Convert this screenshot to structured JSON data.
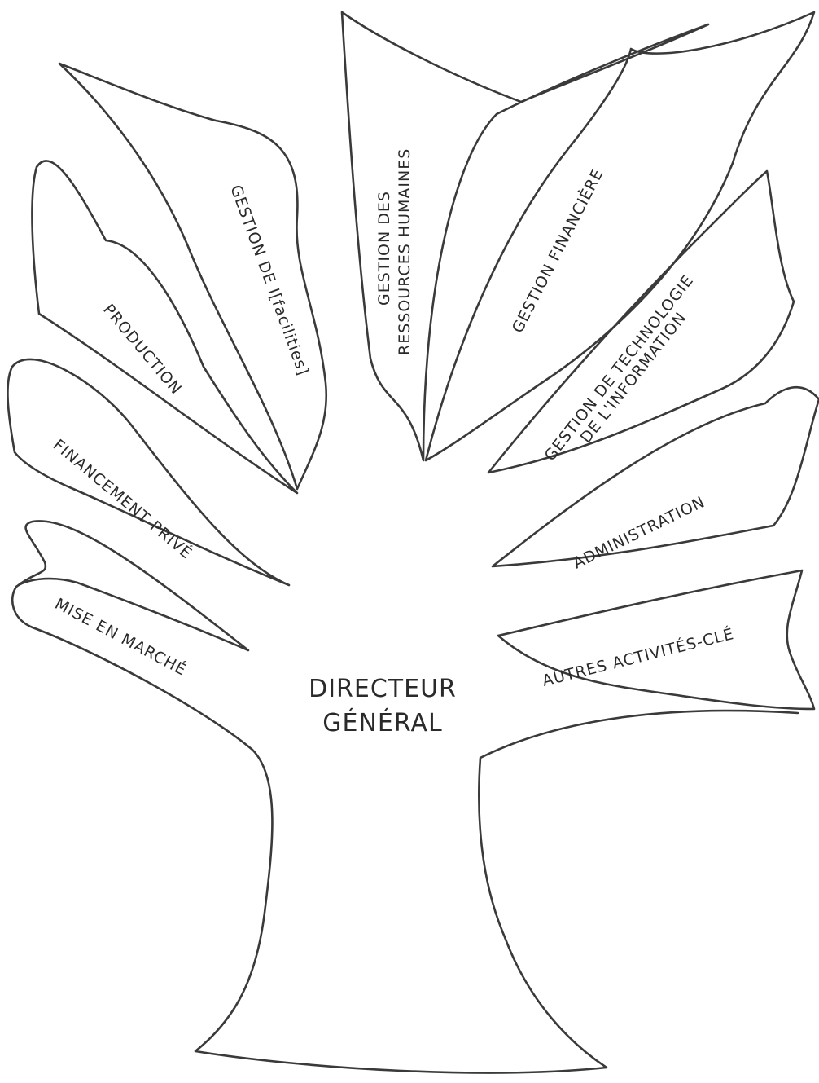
{
  "trunk": {
    "line1": "DIRECTEUR",
    "line2": "GÉNÉRAL"
  },
  "branches": {
    "mise_en_marche": "MISE EN MARCHÉ",
    "financement_prive": "FINANCEMENT PRIVÉ",
    "production": "PRODUCTION",
    "gestion_facilities": "GESTION DE I[facilities]",
    "gestion_rh_line1": "GESTION DES",
    "gestion_rh_line2": "RESSOURCES HUMAINES",
    "gestion_financiere": "GESTION FINANCIÈRE",
    "gestion_ti_line1": "GESTION DE TECHNOLOGIE",
    "gestion_ti_line2": "DE L'INFORMATION",
    "administration": "ADMINISTRATION",
    "autres_activites": "AUTRES ACTIVITÉS-CLÉ"
  },
  "colors": {
    "outline": "#3a3a3a",
    "text": "#2a2a2a",
    "background": "#ffffff"
  }
}
